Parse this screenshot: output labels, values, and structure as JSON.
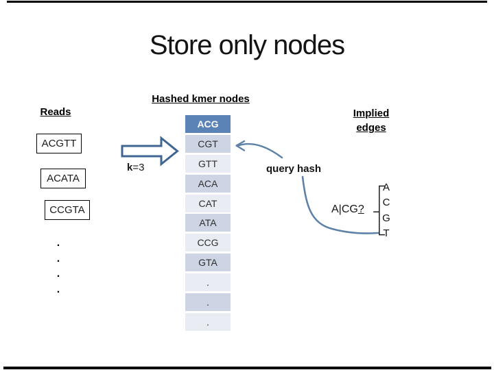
{
  "slide": {
    "title": "Store only nodes"
  },
  "reads": {
    "heading": "Reads",
    "items": [
      "ACGTT",
      "ACATA",
      "CCGTA"
    ],
    "ellipsis": [
      ".",
      ".",
      ".",
      "."
    ]
  },
  "kmer": {
    "k_bold": "k",
    "k_rest": "=3"
  },
  "hash_table": {
    "heading": "Hashed kmer nodes",
    "header": "ACG",
    "rows": [
      "CGT",
      "GTT",
      "ACA",
      "CAT",
      "ATA",
      "CCG",
      "GTA",
      ".",
      ".",
      "."
    ]
  },
  "annotations": {
    "query_hash": "query hash",
    "edge_query_prefix": "A|CG",
    "edge_query_mark": "?"
  },
  "edges": {
    "heading_line1": "Implied",
    "heading_line2": "edges",
    "options": [
      "A",
      "C",
      "G",
      "T"
    ]
  },
  "colors": {
    "table_header_blue": "#5B83B5",
    "band_dark": "#CDD5E4",
    "band_light": "#E9EDF3",
    "block_arrow_outline": "#3F6693",
    "curve_arrow": "#5E81A8"
  }
}
